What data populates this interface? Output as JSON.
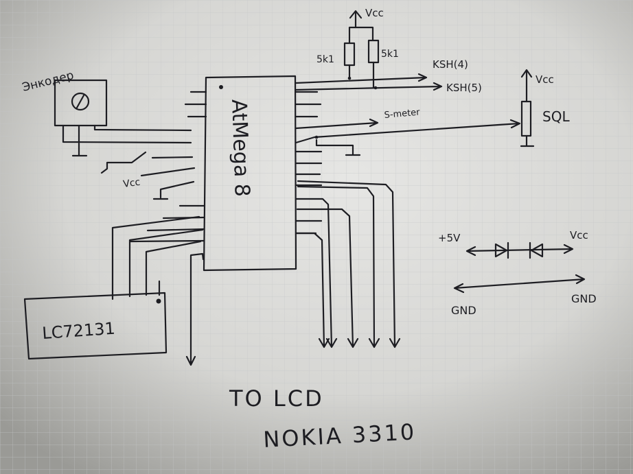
{
  "labels": {
    "encoder": "Энкодер",
    "mcu": "AtMega 8",
    "synth": "LC72131",
    "r1": "5k1",
    "r2": "5k1",
    "vcc_top": "Vcc",
    "ksh4": "KSH(4)",
    "ksh5": "KSH(5)",
    "vcc_sql": "Vcc",
    "smeter": "S-meter",
    "sql": "SQL",
    "vcc_switch": "Vcc",
    "plus5v": "+5V",
    "vcc_diode": "Vcc",
    "gnd_left": "GND",
    "gnd_right": "GND",
    "to_lcd": "TO LCD",
    "nokia": "NOKIA 3310"
  },
  "colors": {
    "paper_light": "#e2e2e0",
    "paper_dark": "#6f6f6b",
    "ink": "#1d1d22"
  }
}
